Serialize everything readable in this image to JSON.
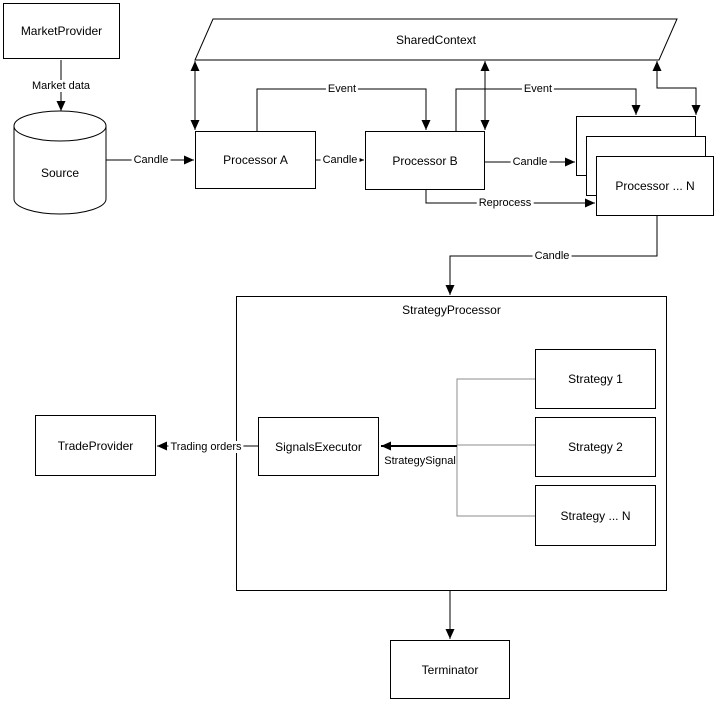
{
  "diagram": {
    "background": "#ffffff",
    "colors": {
      "stroke": "#000000",
      "muted_connector": "#8c8c8c",
      "node_fill": "#ffffff"
    },
    "nodes": {
      "market_provider": {
        "label": "MarketProvider",
        "shape": "rectangle"
      },
      "source": {
        "label": "Source",
        "shape": "cylinder"
      },
      "shared_context": {
        "label": "SharedContext",
        "shape": "parallelogram"
      },
      "processor_a": {
        "label": "Processor A",
        "shape": "rectangle"
      },
      "processor_b": {
        "label": "Processor B",
        "shape": "rectangle"
      },
      "processor_n": {
        "label": "Processor ... N",
        "shape": "stacked-rectangles"
      },
      "strategy_processor": {
        "label": "StrategyProcessor",
        "shape": "container"
      },
      "signals_executor": {
        "label": "SignalsExecutor",
        "shape": "rectangle"
      },
      "strategy_1": {
        "label": "Strategy 1",
        "shape": "rectangle"
      },
      "strategy_2": {
        "label": "Strategy 2",
        "shape": "rectangle"
      },
      "strategy_n": {
        "label": "Strategy ... N",
        "shape": "rectangle"
      },
      "trade_provider": {
        "label": "TradeProvider",
        "shape": "rectangle"
      },
      "terminator": {
        "label": "Terminator",
        "shape": "rectangle"
      }
    },
    "edge_labels": {
      "market_data": "Market data",
      "candle_source_to_a": "Candle",
      "event_a_to_b": "Event",
      "candle_a_to_b": "Candle",
      "event_b_to_n": "Event",
      "candle_b_to_n": "Candle",
      "reprocess": "Reprocess",
      "candle_n_to_strategy": "Candle",
      "strategy_signal": "StrategySignal",
      "trading_orders": "Trading orders"
    }
  }
}
